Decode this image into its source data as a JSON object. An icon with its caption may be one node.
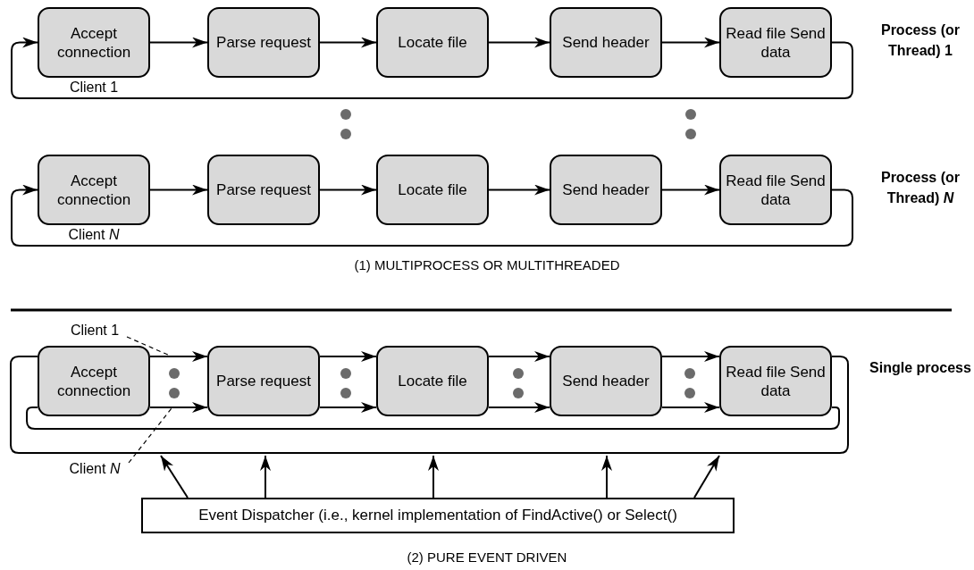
{
  "diagram": {
    "nodes": [
      {
        "text": [
          "Accept connection"
        ],
        "beside": [
          "Client 1"
        ]
      },
      {
        "text": [
          "Parse request"
        ]
      },
      {
        "text": [
          "Locate file"
        ]
      },
      {
        "text": [
          "Send header"
        ]
      },
      {
        "text": [
          "Read file Send data"
        ]
      },
      {
        "text": [
          "Accept connection"
        ],
        "beside": [
          "Client *N*"
        ]
      },
      {
        "text": [
          "Parse request"
        ]
      },
      {
        "text": [
          "Locate file"
        ]
      },
      {
        "text": [
          "Send header"
        ]
      },
      {
        "text": [
          "Read file Send data"
        ]
      },
      {
        "text": [
          "Client 1"
        ]
      },
      {
        "text": [
          "Accept connection"
        ]
      },
      {
        "text": [
          "Parse request"
        ]
      },
      {
        "text": [
          "Locate file"
        ]
      },
      {
        "text": [
          "Send header"
        ]
      },
      {
        "text": [
          "Read file Send data"
        ]
      },
      {
        "text": [
          "Client *N*"
        ]
      },
      {
        "text": [
          "Event Dispatcher (i.e., kernel implementation of FindActive() or Select()"
        ]
      }
    ],
    "edges": [
      {
        "from": 0,
        "to": 1,
        "arrow": "to"
      },
      {
        "from": 1,
        "to": 2,
        "arrow": "to"
      },
      {
        "from": 2,
        "to": 3,
        "arrow": "to"
      },
      {
        "from": 3,
        "to": 4,
        "arrow": "to"
      },
      {
        "from": 4,
        "to": 0,
        "arrow": "to"
      },
      {
        "from": 5,
        "to": 6,
        "arrow": "to"
      },
      {
        "from": 6,
        "to": 7,
        "arrow": "to"
      },
      {
        "from": 7,
        "to": 8,
        "arrow": "to"
      },
      {
        "from": 8,
        "to": 9,
        "arrow": "to"
      },
      {
        "from": 9,
        "to": 5,
        "arrow": "to"
      },
      {
        "from": 10,
        "to": null,
        "arrow": "none",
        "style": "dashed"
      },
      {
        "from": 11,
        "to": 12,
        "arrow": "to"
      },
      {
        "from": 12,
        "to": 13,
        "arrow": "to"
      },
      {
        "from": 13,
        "to": 14,
        "arrow": "to"
      },
      {
        "from": 14,
        "to": 15,
        "arrow": "to"
      },
      {
        "from": 11,
        "to": 12,
        "arrow": "to"
      },
      {
        "from": 12,
        "to": 13,
        "arrow": "to"
      },
      {
        "from": 13,
        "to": 14,
        "arrow": "to"
      },
      {
        "from": 14,
        "to": 15,
        "arrow": "to"
      },
      {
        "from": 15,
        "to": 11,
        "arrow": "none"
      },
      {
        "from": 15,
        "to": 11,
        "arrow": "none"
      },
      {
        "from": 16,
        "to": null,
        "arrow": "none",
        "style": "dashed"
      },
      {
        "from": 17,
        "to": null,
        "arrow": "to"
      },
      {
        "from": 17,
        "to": null,
        "arrow": "to"
      },
      {
        "from": 17,
        "to": null,
        "arrow": "to"
      },
      {
        "from": 17,
        "to": null,
        "arrow": "to"
      },
      {
        "from": 17,
        "to": null,
        "arrow": "to"
      }
    ],
    "labels": [
      "Process (or Thread) 1",
      "Process (or Thread) *N*",
      "(1) MULTIPROCESS OR MULTITHREADED",
      "Single process",
      "(2) PURE EVENT DRIVEN"
    ]
  }
}
